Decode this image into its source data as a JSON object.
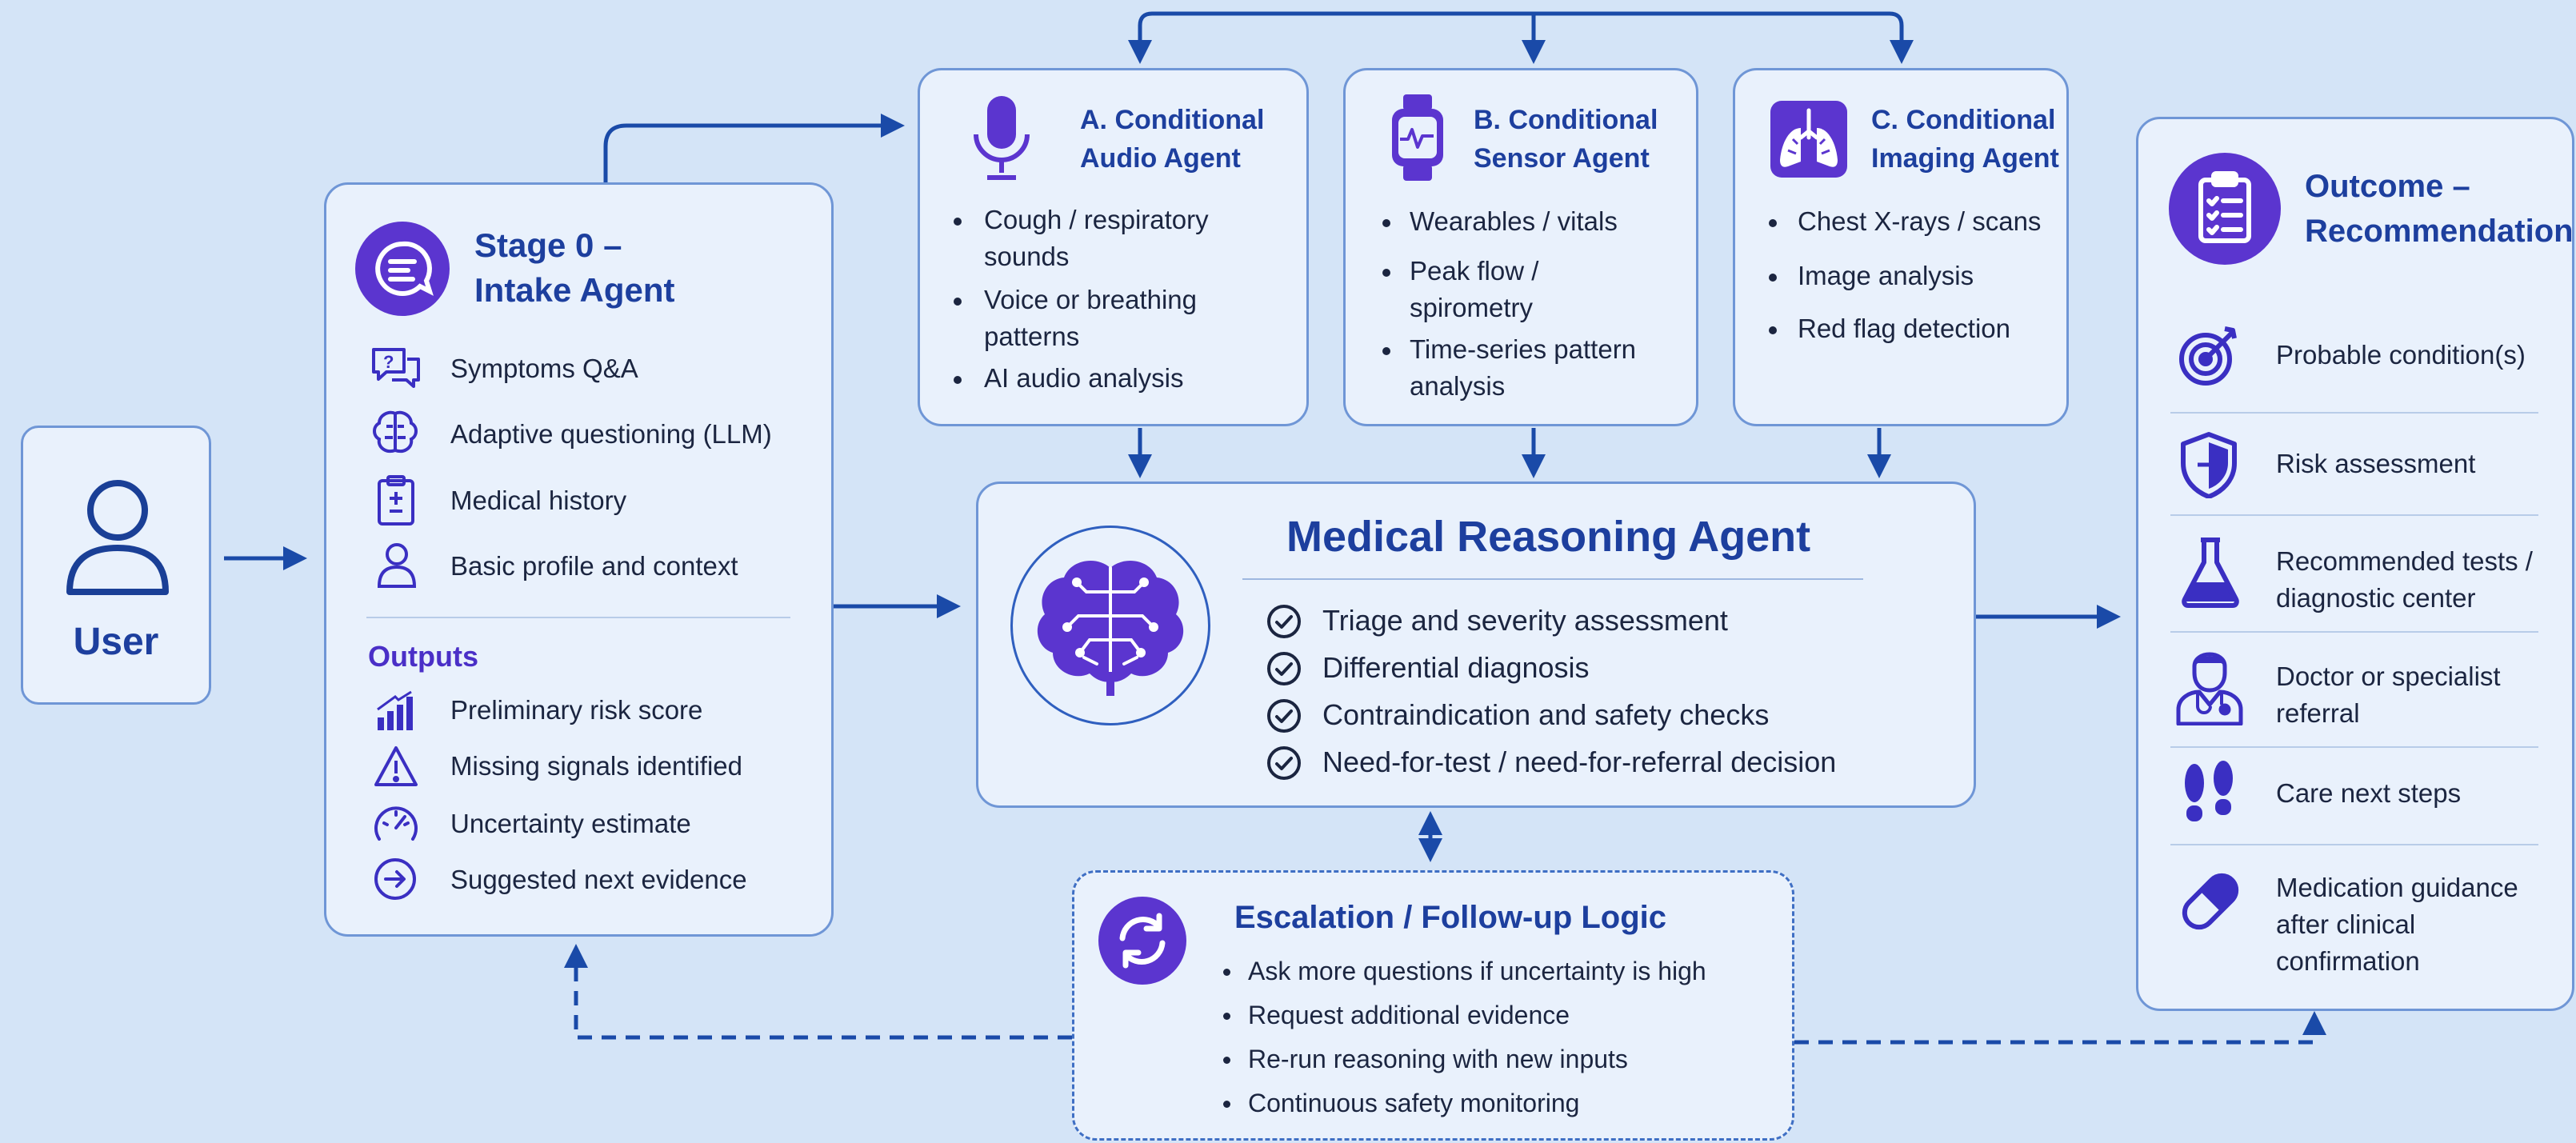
{
  "user": {
    "label": "User"
  },
  "intake": {
    "title_line1": "Stage 0 –",
    "title_line2": "Intake Agent",
    "items": [
      "Symptoms Q&A",
      "Adaptive questioning (LLM)",
      "Medical history",
      "Basic profile and context"
    ],
    "outputs_title": "Outputs",
    "outputs": [
      "Preliminary risk score",
      "Missing signals identified",
      "Uncertainty estimate",
      "Suggested next evidence"
    ]
  },
  "audio": {
    "title_line1": "A. Conditional",
    "title_line2": "Audio Agent",
    "items": [
      [
        "Cough / respiratory",
        "sounds"
      ],
      [
        "Voice or breathing",
        "patterns"
      ],
      [
        "AI audio analysis"
      ]
    ]
  },
  "sensor": {
    "title_line1": "B. Conditional",
    "title_line2": "Sensor Agent",
    "items": [
      [
        "Wearables / vitals"
      ],
      [
        "Peak flow /",
        "spirometry"
      ],
      [
        "Time-series pattern",
        "analysis"
      ]
    ]
  },
  "imaging": {
    "title_line1": "C. Conditional",
    "title_line2": "Imaging Agent",
    "items": [
      [
        "Chest X-rays / scans"
      ],
      [
        "Image analysis"
      ],
      [
        "Red flag detection"
      ]
    ]
  },
  "reasoning": {
    "title": "Medical Reasoning Agent",
    "items": [
      "Triage and severity assessment",
      "Differential diagnosis",
      "Contraindication and safety checks",
      "Need-for-test / need-for-referral decision"
    ]
  },
  "escalation": {
    "title": "Escalation / Follow-up Logic",
    "items": [
      "Ask more questions if uncertainty is high",
      "Request additional evidence",
      "Re-run reasoning with new inputs",
      "Continuous safety monitoring"
    ]
  },
  "outcome": {
    "title_line1": "Outcome –",
    "title_line2": "Recommendation",
    "items": [
      [
        "Probable condition(s)"
      ],
      [
        "Risk assessment"
      ],
      [
        "Recommended tests /",
        "diagnostic center"
      ],
      [
        "Doctor or specialist",
        "referral"
      ],
      [
        "Care next steps"
      ],
      [
        "Medication guidance",
        "after clinical",
        "confirmation"
      ]
    ]
  },
  "colors": {
    "background": "#d4e4f7",
    "panel": "#e9f1fc",
    "border": "#6f96d6",
    "arrow": "#1a4aa8",
    "accent": "#5b35cf",
    "title": "#1d3f9e"
  }
}
